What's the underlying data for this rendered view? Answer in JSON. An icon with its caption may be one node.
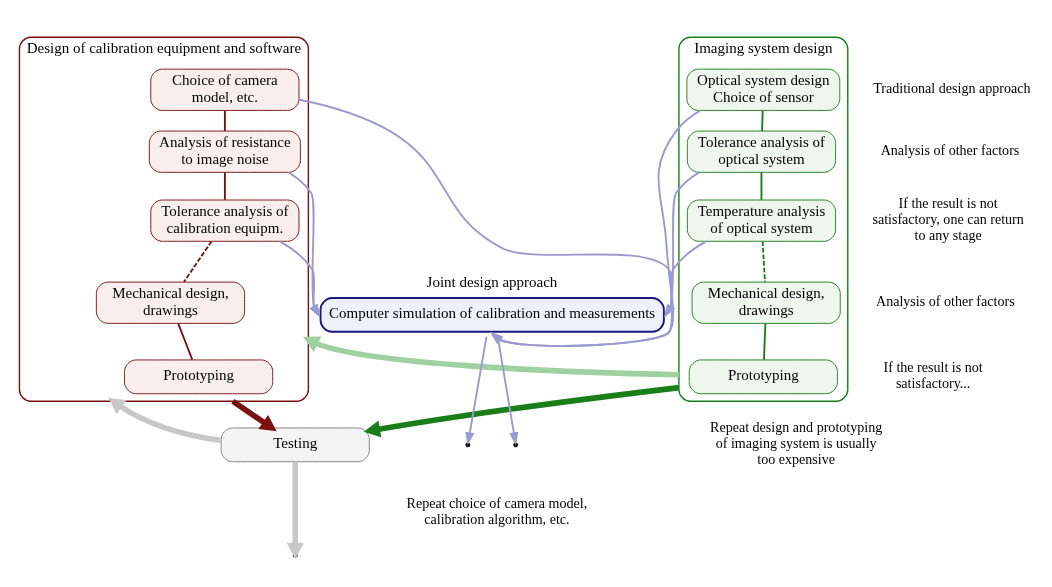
{
  "diagram": {
    "nodes": [
      {
        "text": [
          "Imaging system design"
        ]
      },
      {
        "text": [
          "Optical system design Choice of sensor"
        ],
        "in": 0
      },
      {
        "text": [
          "Tolerance analysis of optical system"
        ],
        "in": 0
      },
      {
        "text": [
          "Temperature analysis of optical system"
        ],
        "in": 0
      },
      {
        "text": [
          "Mechanical design, drawings"
        ],
        "in": 0
      },
      {
        "text": [
          "Prototyping"
        ],
        "in": 0
      },
      {
        "text": [
          "Design of calibration equipment and software"
        ]
      },
      {
        "text": [
          "Choice of camera model, etc."
        ],
        "in": 6
      },
      {
        "text": [
          "Analysis of resistance to image noise"
        ],
        "in": 6
      },
      {
        "text": [
          "Tolerance analysis of calibration equipm."
        ],
        "in": 6
      },
      {
        "text": [
          "Mechanical design, drawings"
        ],
        "in": 6
      },
      {
        "text": [
          "Prototyping"
        ],
        "in": 6
      },
      {
        "text": [
          "Computer simulation of calibration and measurements"
        ],
        "beside": [
          "Joint design approach"
        ]
      },
      {
        "text": [
          "Testing"
        ]
      }
    ],
    "edges": [
      {
        "from": 1,
        "to": 2,
        "arrow": "none",
        "color": "#1a7f1a"
      },
      {
        "from": 2,
        "to": 3,
        "arrow": "none",
        "color": "#1a7f1a"
      },
      {
        "from": 3,
        "to": 4,
        "arrow": "none",
        "style": "dashed",
        "color": "#1a7f1a"
      },
      {
        "from": 4,
        "to": 5,
        "arrow": "none",
        "color": "#1a7f1a"
      },
      {
        "from": 7,
        "to": 8,
        "arrow": "none",
        "color": "#7a1010"
      },
      {
        "from": 8,
        "to": 9,
        "arrow": "none",
        "color": "#7a1010"
      },
      {
        "from": 9,
        "to": 10,
        "arrow": "none",
        "style": "dashed",
        "color": "#7a1010"
      },
      {
        "from": 10,
        "to": 11,
        "arrow": "none",
        "color": "#7a1010"
      },
      {
        "from": 1,
        "to": 12,
        "arrow": "to",
        "color": "#9a9ad0"
      },
      {
        "from": 2,
        "to": 12,
        "arrow": "to",
        "color": "#9a9ad0"
      },
      {
        "from": 3,
        "to": 12,
        "arrow": "to",
        "color": "#9a9ad0"
      },
      {
        "from": 7,
        "to": 12,
        "arrow": "to",
        "color": "#9a9ad0"
      },
      {
        "from": 8,
        "to": 12,
        "arrow": "to",
        "color": "#9a9ad0"
      },
      {
        "from": 9,
        "to": 12,
        "arrow": "to",
        "color": "#9a9ad0"
      },
      {
        "from": 12,
        "to": null,
        "arrow": "to",
        "color": "#9a9ad0"
      },
      {
        "from": 12,
        "to": null,
        "arrow": "to",
        "color": "#9a9ad0"
      },
      {
        "from": 0,
        "to": 13,
        "arrow": "to",
        "style": "thick",
        "color": "#1a7f1a"
      },
      {
        "from": 6,
        "to": 13,
        "arrow": "to",
        "style": "thick",
        "color": "#7a1010"
      },
      {
        "from": 0,
        "to": 6,
        "arrow": "to",
        "style": "thick",
        "color": "#9fd09f"
      },
      {
        "from": 13,
        "to": null,
        "arrow": "to",
        "style": "thick",
        "color": "#c8c8c8"
      },
      {
        "from": 13,
        "to": 6,
        "arrow": "to",
        "style": "thick",
        "color": "#c8c8c8"
      }
    ],
    "labels": [
      "Traditional design approach",
      "Analysis of other factors",
      "If the result is not satisfactory, one can return to any stage",
      "Analysis of other factors",
      "If the result is not satisfactory...",
      "Repeat design and prototyping of imaging system is usually too expensive",
      "Repeat choice of camera model, calibration algorithm, etc."
    ]
  }
}
